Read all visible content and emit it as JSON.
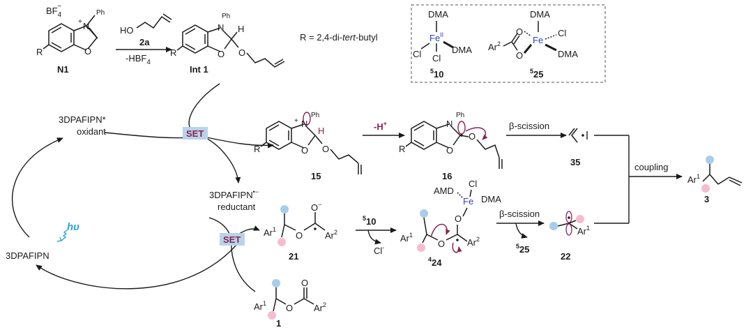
{
  "top": {
    "n1_label": "N1",
    "n1_counterion": "BF",
    "n1_counterion_sub": "4",
    "n1_counterion_sup": "−",
    "n1_ph": "Ph",
    "n1_r": "R",
    "n1_n": "N",
    "n1_o": "O",
    "n1_plus": "+",
    "reagent_label": "2a",
    "reagent_ho": "HO",
    "byproduct": "-HBF",
    "byproduct_sub": "4",
    "int1_label": "Int 1",
    "int1_ph": "Ph",
    "int1_h": "H",
    "r_definition": "R = 2,4-di-",
    "r_definition_it": "tert",
    "r_definition_end": "-butyl"
  },
  "box": {
    "c10_dma_top": "DMA",
    "c10_fe": "Fe",
    "c10_fe_ox": "II",
    "c10_cl_left": "Cl",
    "c10_cl_bottom": "Cl",
    "c10_dma_right": "DMA",
    "c10_label_sup": "5",
    "c10_label": "10",
    "c25_dma_top": "DMA",
    "c25_ar": "Ar",
    "c25_ar_sup": "2",
    "c25_o1": "O",
    "c25_o2": "O",
    "c25_fe": "Fe",
    "c25_cl": "Cl",
    "c25_dma_right": "DMA",
    "c25_label_sup": "5",
    "c25_label": "25"
  },
  "cycle": {
    "excited": "3DPAFIPN*",
    "excited_role": "oxidant",
    "reduced": "3DPAFIPN",
    "reduced_charge": "•−",
    "reduced_role": "reductant",
    "ground": "3DPAFIPN",
    "light": "hυ",
    "set_label": "SET"
  },
  "row2": {
    "c15_label": "15",
    "c15_ph": "Ph",
    "c15_h": "H",
    "deprotonation": "-H",
    "deprotonation_sup": "+",
    "c16_label": "16",
    "c16_ph": "Ph",
    "beta_scission": "β-scission",
    "c35_label": "35",
    "coupling": "coupling",
    "product_ar": "Ar",
    "product_ar_sup": "1",
    "product_label": "3"
  },
  "row3": {
    "c21_ar1": "Ar",
    "c21_ar1_sup": "1",
    "c21_ar2": "Ar",
    "c21_ar2_sup": "2",
    "c21_o": "O",
    "c21_ominus": "O",
    "c21_minus": "−",
    "c21_label": "21",
    "fe_reagent_sup": "5",
    "fe_reagent": "10",
    "chloride": "Cl",
    "chloride_sup": "-",
    "c24_amd": "AMD",
    "c24_cl": "Cl",
    "c24_fe": "Fe",
    "c24_dma": "DMA",
    "c24_o": "O",
    "c24_ar1": "Ar",
    "c24_ar1_sup": "1",
    "c24_ar2": "Ar",
    "c24_ar2_sup": "2",
    "c24_label_sup": "4",
    "c24_label": "24",
    "beta_scission": "β-scission",
    "byproduct_sup": "5",
    "byproduct": "25",
    "c22_ar": "Ar",
    "c22_ar_sup": "1",
    "c22_label": "22",
    "c1_ar1": "Ar",
    "c1_ar1_sup": "1",
    "c1_ar2": "Ar",
    "c1_ar2_sup": "2",
    "c1_o": "O",
    "c1_o2": "O",
    "c1_label": "1"
  },
  "colors": {
    "blue_dot": "#a8cdea",
    "pink_dot": "#f6bccd",
    "set_bg": "#b8d3ea",
    "set_text": "#8b2252",
    "fe": "#2d3fc4",
    "light": "#29a3dc",
    "curly": "#8b2252"
  }
}
